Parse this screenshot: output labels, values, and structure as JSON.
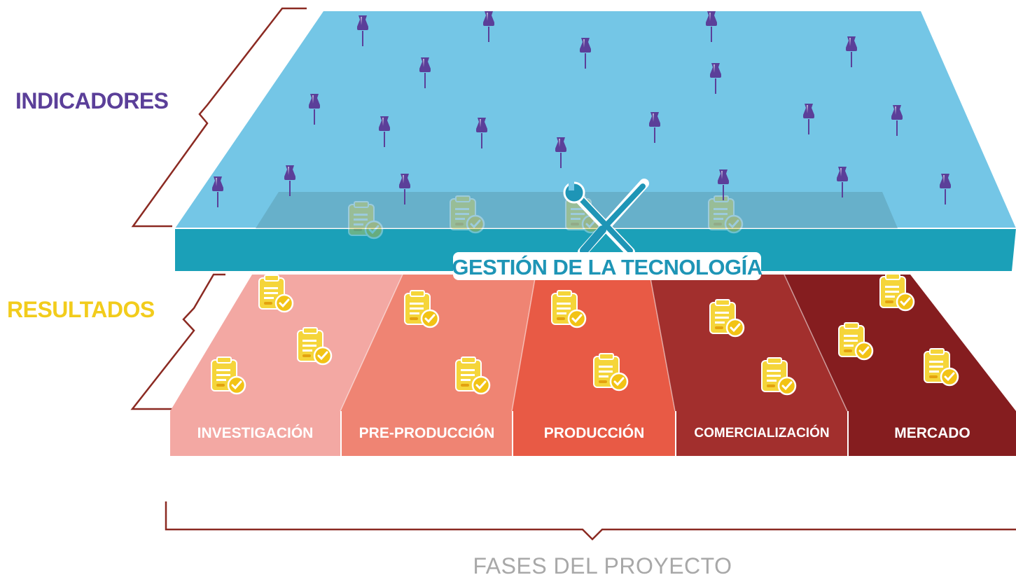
{
  "labels": {
    "indicadores": "INDICADORES",
    "resultados": "RESULTADOS",
    "central": "GESTIÓN DE LA TECNOLOGÍA",
    "footer": "FASES DEL PROYECTO"
  },
  "phases": [
    "INVESTIGACIÓN",
    "PRE-PRODUCCIÓN",
    "PRODUCCIÓN",
    "COMERCIALIZACIÓN",
    "MERCADO"
  ],
  "colors": {
    "indicadores_text": "#5b3f99",
    "resultados_text": "#f2cc1c",
    "top_plane": "#74c6e6",
    "top_edge": "#1ba0b8",
    "brace": "#8b2a22",
    "pin": "#5b3f99",
    "doc_icon": "#f2cc1c",
    "phase_colors": [
      "#f3a8a3",
      "#ef8473",
      "#e85a45",
      "#a22f2d",
      "#851d1f"
    ]
  },
  "icons": {
    "pin": "push-pin-icon",
    "document": "checked-document-icon",
    "tools": "wrench-screwdriver-icon"
  }
}
